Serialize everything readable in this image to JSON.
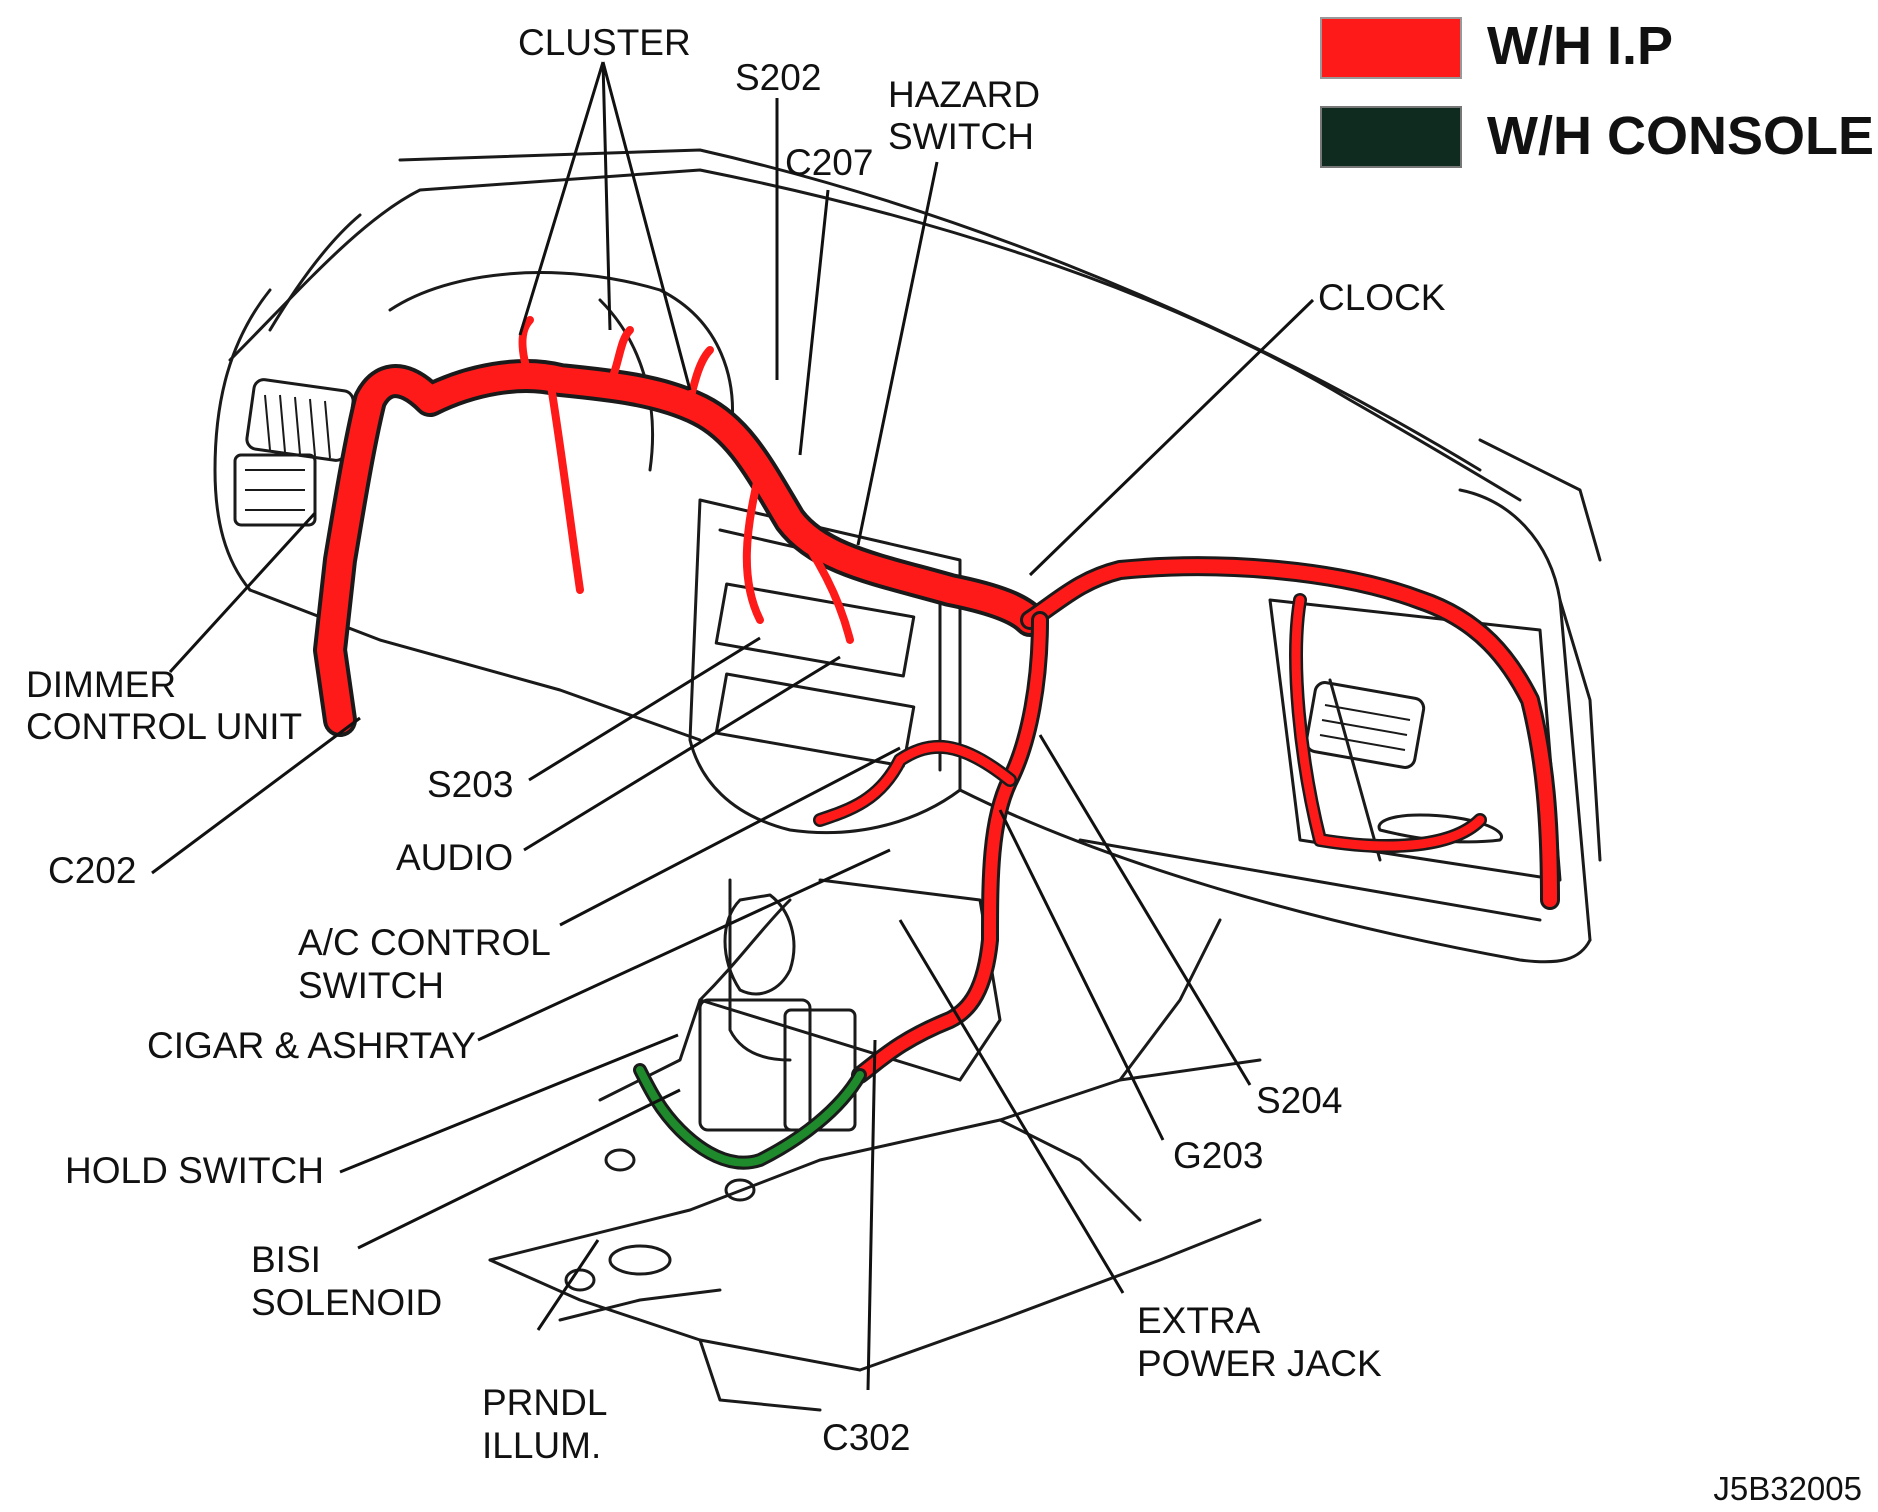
{
  "legend": {
    "items": [
      {
        "label": "W/H I.P",
        "color": "#ff1a1a"
      },
      {
        "label": "W/H CONSOLE",
        "color": "#0f2a1e"
      }
    ]
  },
  "callouts": {
    "cluster": "CLUSTER",
    "s202": "S202",
    "hazard_line1": "HAZARD",
    "hazard_line2": "SWITCH",
    "c207": "C207",
    "clock": "CLOCK",
    "dimmer_line1": "DIMMER",
    "dimmer_line2": "CONTROL UNIT",
    "s203": "S203",
    "c202": "C202",
    "audio": "AUDIO",
    "ac_line1": "A/C CONTROL",
    "ac_line2": "SWITCH",
    "cigar": "CIGAR & ASHRTAY",
    "hold": "HOLD SWITCH",
    "bisi_line1": "BISI",
    "bisi_line2": "SOLENOID",
    "prndl_line1": "PRNDL",
    "prndl_line2": "ILLUM.",
    "c302": "C302",
    "extra_line1": "EXTRA",
    "extra_line2": "POWER JACK",
    "g203": "G203",
    "s204": "S204"
  },
  "figure_code": "J5B32005",
  "colors": {
    "ip_harness": "#ff1a1a",
    "console_harness": "#1e8a2c"
  }
}
